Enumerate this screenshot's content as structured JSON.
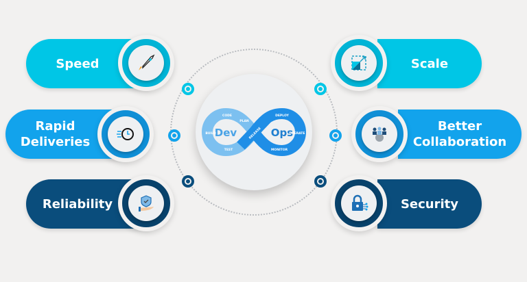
{
  "center": {
    "left_word": "Dev",
    "right_word": "Ops",
    "stages": [
      "CODE",
      "PLAN",
      "BUILD",
      "TEST",
      "RELEASE",
      "DEPLOY",
      "OPERATE",
      "MONITOR"
    ]
  },
  "items": [
    {
      "label": "Speed",
      "icon": "rocket-icon",
      "color": "#00c6e6"
    },
    {
      "label": "Rapid Deliveries",
      "line1": "Rapid",
      "line2": "Deliveries",
      "icon": "clock-icon",
      "color": "#12a3ec"
    },
    {
      "label": "Reliability",
      "icon": "shield-hand-icon",
      "color": "#0a4d7c"
    },
    {
      "label": "Scale",
      "icon": "scale-icon",
      "color": "#00c6e6"
    },
    {
      "label": "Better Collaboration",
      "line1": "Better",
      "line2": "Collaboration",
      "icon": "team-gear-icon",
      "color": "#12a3ec"
    },
    {
      "label": "Security",
      "icon": "lock-icon",
      "color": "#0a4d7c"
    }
  ]
}
